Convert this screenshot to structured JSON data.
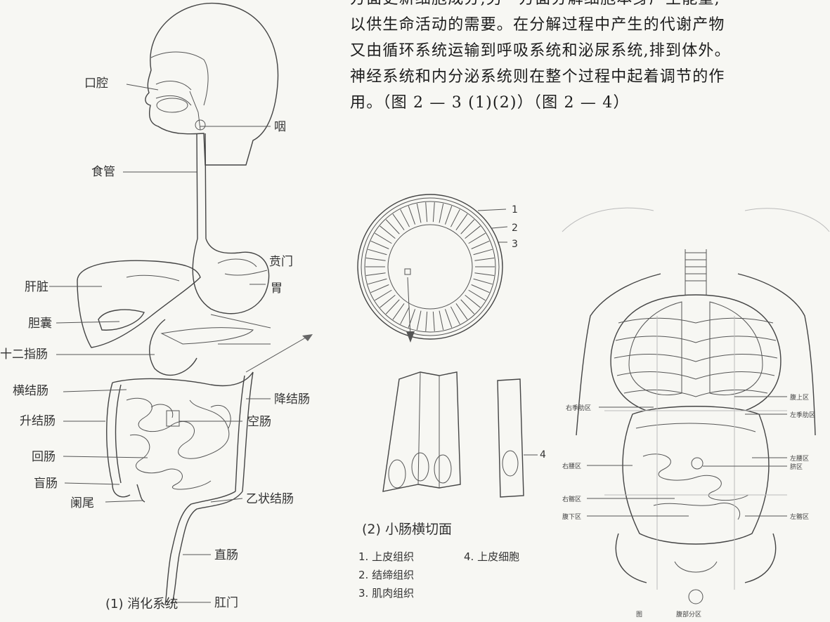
{
  "paragraph": {
    "line1": "方面更新细胞成分,另一方面分解细胞本身产生能量,",
    "line2": "以供生命活动的需要。在分解过程中产生的代谢产物",
    "line3": "又由循环系统运输到呼吸系统和泌尿系统,排到体外。",
    "line4": "神经系统和内分泌系统则在整个过程中起着调节的作",
    "line5": "用。（图 2 — 3 (1)(2)）（图 2 — 4）"
  },
  "digestive": {
    "caption": "(1) 消化系统",
    "labels": {
      "mouth": "口腔",
      "pharynx": "咽",
      "esophagus": "食管",
      "cardia": "贲门",
      "stomach": "胃",
      "liver": "肝脏",
      "gallbladder": "胆囊",
      "duodenum": "十二指肠",
      "transverse_colon": "横结肠",
      "descending_colon": "降结肠",
      "ascending_colon": "升结肠",
      "jejunum": "空肠",
      "ileum": "回肠",
      "cecum": "盲肠",
      "appendix": "阑尾",
      "sigmoid_colon": "乙状结肠",
      "rectum": "直肠",
      "anus": "肛门"
    }
  },
  "intestine": {
    "caption": "(2) 小肠横切面",
    "numbers": [
      "1",
      "2",
      "3",
      "4"
    ],
    "legend": [
      "1. 上皮组织",
      "2. 结缔组织",
      "3. 肌肉组织"
    ],
    "legend4": "4. 上皮细胞"
  },
  "abdomen": {
    "caption_prefix": "图",
    "caption": "腹部分区",
    "left_labels": [
      "右季肋区",
      "右腰区",
      "右髂区",
      "腹下区"
    ],
    "right_labels": [
      "腹上区",
      "左季肋区",
      "左腰区",
      "脐区",
      "左髂区"
    ]
  }
}
